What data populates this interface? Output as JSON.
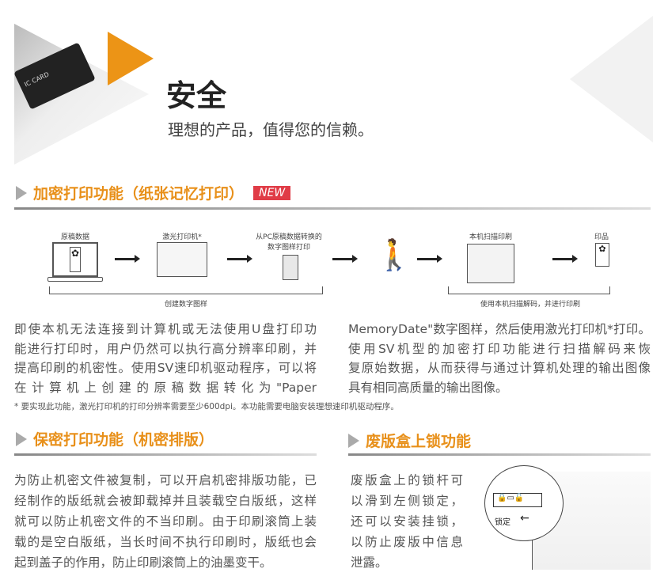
{
  "header": {
    "title": "安全",
    "subtitle": "理想的产品，值得您的信赖。",
    "card_text": "IC CARD"
  },
  "section1": {
    "title": "加密打印功能（纸张记忆打印）",
    "badge": "NEW",
    "diagram": {
      "step1": "原稿数据",
      "step2": "激光打印机*",
      "step3": "从PC原稿数据转换的数字图样打印",
      "step5": "本机扫描印刷",
      "step6": "印品",
      "bracket_left": "创建数字图样",
      "bracket_right": "使用本机扫描解码，并进行印刷"
    },
    "left_lines": [
      "即使本机无法连接到计算机或无法使用U盘打印功",
      "能进行打印时，用户仍然可以执行高分辨率印刷，并",
      "提高印刷的机密性。使用SV速印机驱动程序，可以将",
      "在计算机上创建的原稿数据转化为\"Paper"
    ],
    "right_lines": [
      "MemoryDate\"数字图样，然后使用激光打印机*打印。",
      "使用SV机型的加密打印功能进行扫描解码来恢",
      "复原始数据，从而获得与通过计算机处理的输出图像",
      "具有相同高质量的输出图像。"
    ],
    "footnote": "* 要实现此功能，激光打印机的打印分辨率需要至少600dpi。本功能需要电脑安装理想速印机驱动程序。"
  },
  "section2": {
    "title": "保密打印功能（机密排版）",
    "lines": [
      "为防止机密文件被复制，可以开启机密排版功能，已",
      "经制作的版纸就会被卸载掉并且装载空白版纸，这样",
      "就可以防止机密文件的不当印刷。由于印刷滚筒上装",
      "载的是空白版纸，当长时间不执行印刷时，版纸也会",
      "起到盖子的作用，防止印刷滚筒上的油墨变干。"
    ]
  },
  "section3": {
    "title": "废版盒上锁功能",
    "lines": [
      "废版盒上的锁杆可",
      "以滑到左侧锁定，",
      "还可以安装挂锁，",
      "以防止废版中信息",
      "泄露。"
    ],
    "lock_label": "锁定"
  }
}
